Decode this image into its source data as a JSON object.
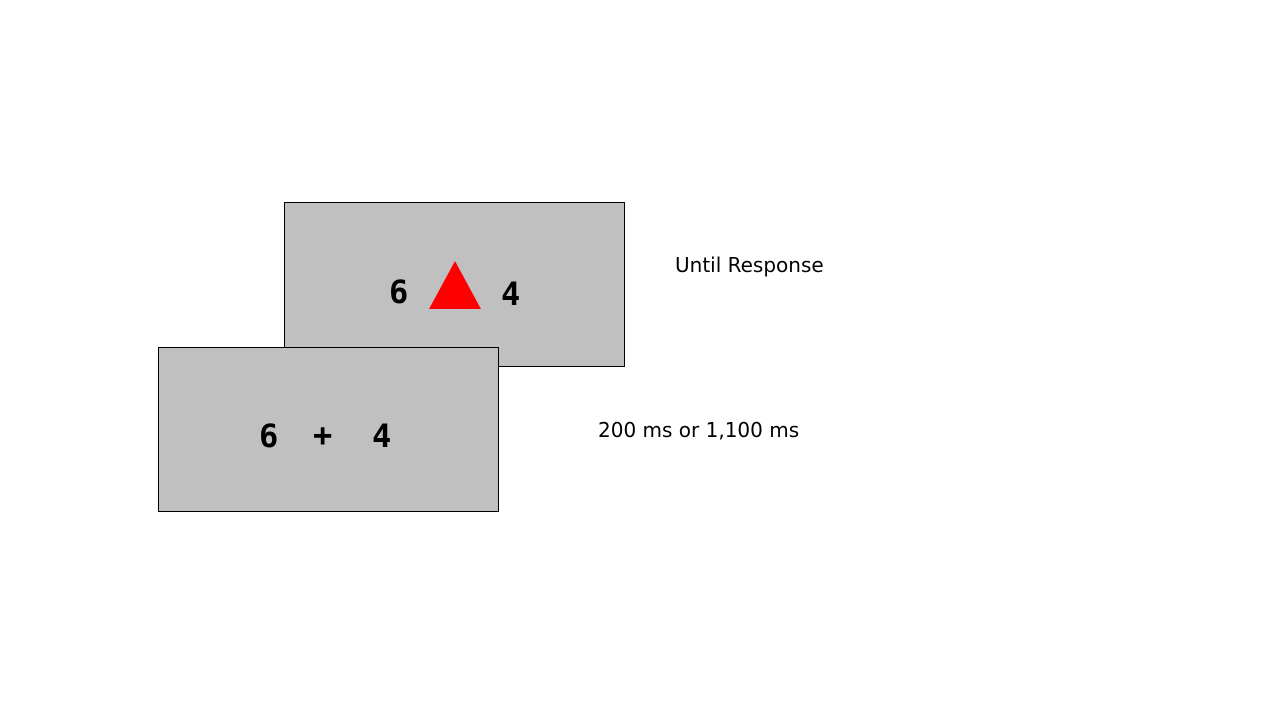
{
  "colors": {
    "background": "#ffffff",
    "screen_fill": "#c0c0c0",
    "triangle": "#ff0000",
    "text": "#000000"
  },
  "target_screen": {
    "left_number": "6",
    "right_number": "4",
    "center_shape": "red-triangle",
    "caption": "Until Response"
  },
  "fixation_screen": {
    "left_number": "6",
    "fixation": "+",
    "right_number": "4",
    "caption": "200 ms or 1,100 ms"
  }
}
